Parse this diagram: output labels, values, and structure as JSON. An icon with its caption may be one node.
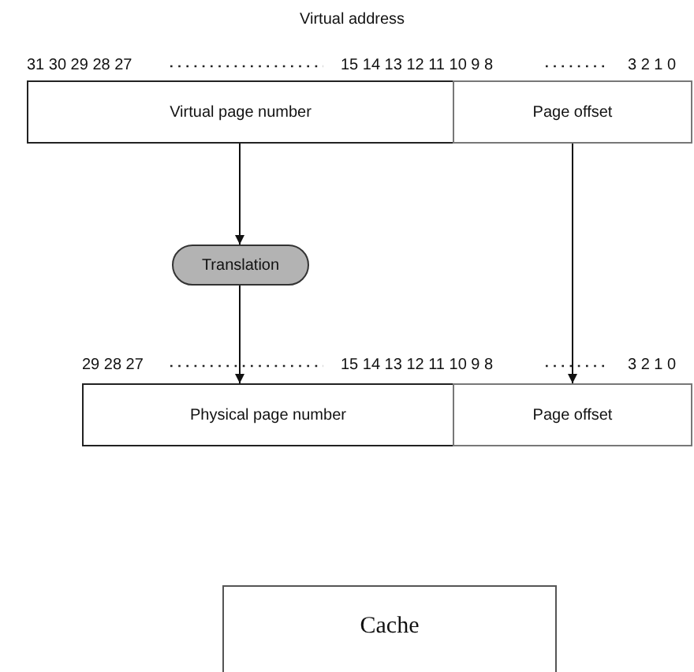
{
  "diagram": {
    "title": "Virtual address",
    "nodes": [
      {
        "text": [
          "Virtual page number"
        ]
      },
      {
        "text": [
          "Page offset"
        ]
      },
      {
        "text": [
          "Translation"
        ]
      },
      {
        "text": [
          "Physical page number"
        ]
      },
      {
        "text": [
          "Page offset"
        ]
      },
      {
        "text": [
          "Cache"
        ]
      }
    ],
    "edges": [
      {
        "from": 0,
        "to": 2,
        "arrow": "to"
      },
      {
        "from": 2,
        "to": 3,
        "arrow": "to"
      },
      {
        "from": 1,
        "to": 4,
        "arrow": "to"
      }
    ],
    "labels": [
      "31 30 29 28 27",
      "15 14 13 12 11 10 9 8",
      "3 2 1 0",
      "29 28 27",
      "15 14 13 12 11 10 9 8",
      "3 2 1 0"
    ]
  }
}
